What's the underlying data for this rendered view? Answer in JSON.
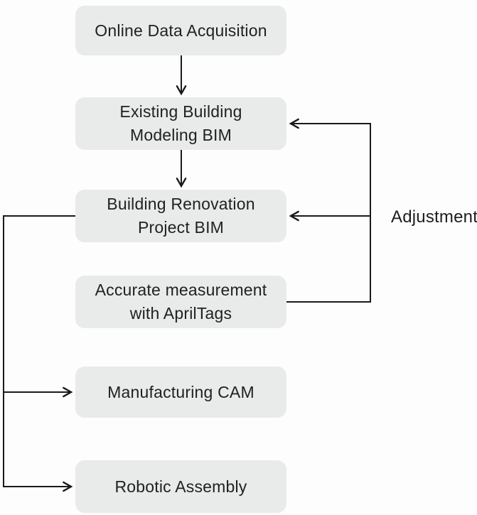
{
  "diagram": {
    "type": "flowchart",
    "adjustment_label": "Adjustment",
    "nodes": [
      {
        "id": "online-data-acquisition",
        "label": "Online Data Acquisition"
      },
      {
        "id": "existing-building-modeling-bim",
        "label": "Existing Building\nModeling BIM"
      },
      {
        "id": "building-renovation-project-bim",
        "label": "Building Renovation\nProject BIM"
      },
      {
        "id": "accurate-measurement-apriltags",
        "label": "Accurate measurement\nwith AprilTags"
      },
      {
        "id": "manufacturing-cam",
        "label": "Manufacturing CAM"
      },
      {
        "id": "robotic-assembly",
        "label": "Robotic Assembly"
      }
    ],
    "edges": [
      {
        "from": "online-data-acquisition",
        "to": "existing-building-modeling-bim",
        "label": ""
      },
      {
        "from": "existing-building-modeling-bim",
        "to": "building-renovation-project-bim",
        "label": ""
      },
      {
        "from": "accurate-measurement-apriltags",
        "to": "existing-building-modeling-bim",
        "label": "Adjustment"
      },
      {
        "from": "accurate-measurement-apriltags",
        "to": "building-renovation-project-bim",
        "label": "Adjustment"
      },
      {
        "from": "building-renovation-project-bim",
        "to": "manufacturing-cam",
        "label": ""
      },
      {
        "from": "building-renovation-project-bim",
        "to": "robotic-assembly",
        "label": ""
      }
    ],
    "colors": {
      "node_fill": "#e9eaea",
      "line": "#1a1a1a",
      "text": "#212121",
      "background": "#fdfdfd"
    }
  }
}
